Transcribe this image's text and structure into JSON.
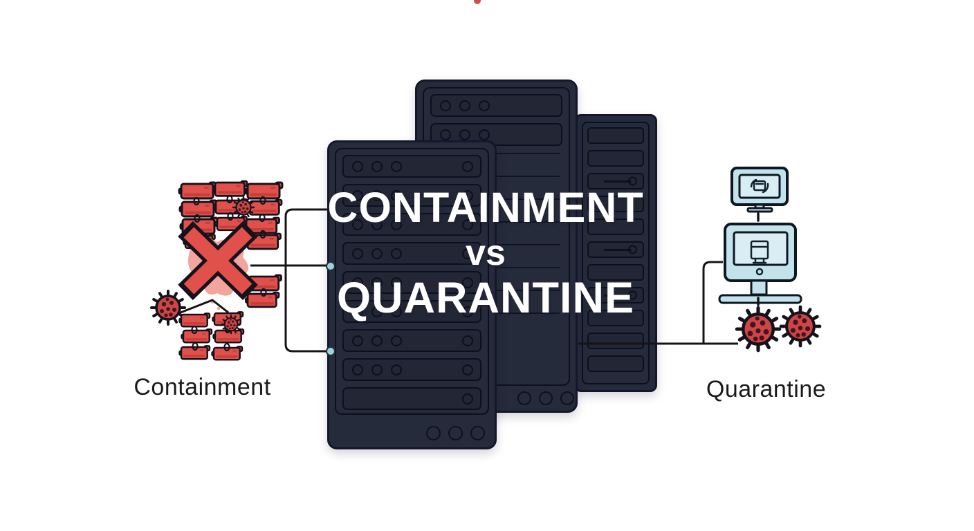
{
  "title": {
    "line1": "CONTAINMENT",
    "line2": "vs",
    "line3": "QUARANTINE"
  },
  "labels": {
    "left": "Containment",
    "right": "Quarantine"
  },
  "icons": {
    "left": [
      "malware-block-icon",
      "virus-icon",
      "blocked-x-icon"
    ],
    "center": [
      "server-rack-icon"
    ],
    "right": [
      "monitor-icon",
      "desktop-computer-icon",
      "virus-icon"
    ],
    "connectors": [
      "teal-node-dot",
      "bracket-line",
      "dashed-link"
    ]
  },
  "colors": {
    "background": "#ffffff",
    "rack_fill": "#262b3c",
    "rack_border": "#14172a",
    "red": "#e2504b",
    "red_dark": "#a83330",
    "red_light": "#ef8d84",
    "virus_fill": "#cc4646",
    "virus_dot": "#41151d",
    "outline": "#16121c",
    "monitor_fill": "#c2e3eb",
    "monitor_screen": "#d8eef4",
    "teal_dot": "#9ed3db",
    "connector": "#141414",
    "label_ink": "#1a1a1a",
    "title_color": "#ffffff",
    "title_shadow": "rgba(30,33,50,0.5)"
  }
}
